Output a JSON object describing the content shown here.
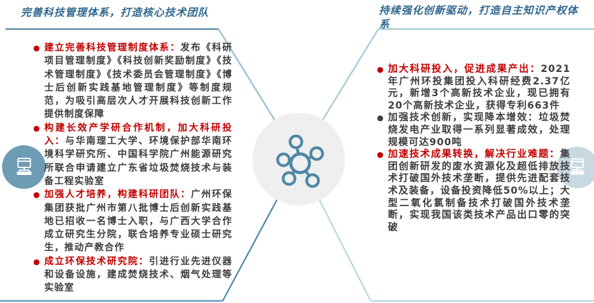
{
  "left_section": {
    "title": "完善科技管理体系，打造核心技术团队",
    "bullets": [
      {
        "lead": "建立完善科技管理制度体系：",
        "text": "发布《科研项目管理制度》《科技创新奖励制度》《技术管理制度》《技术委员会管理制度》《博士后创新实践基地管理制度》等制度规范，为吸引高层次人才开展科技创新工作提供制度保障",
        "lead_style": "red"
      },
      {
        "lead": "构建长效产学研合作机制，加大科研投入：",
        "text": "与华南理工大学、环境保护部华南环境科学研究所、中国科学院广州能源研究所联合申请建立广东省垃圾焚烧技术与装备工程实验室",
        "lead_style": "red"
      },
      {
        "lead": "加强人才培养，构建科研团队：",
        "text": "广州环保集团获批广州市第八批博士后创新实践基地已招收一名博士入职，与广西大学合作成立研究生分院，联合培养专业硕士研究生，推动产教合作",
        "lead_style": "red"
      },
      {
        "lead": "成立环保技术研究院：",
        "text": "引进行业先进仪器和设备设施，建成焚烧技术、烟气处理等实验室",
        "lead_style": "red"
      }
    ]
  },
  "right_section": {
    "title": "持续强化创新驱动，打造自主知识产权体系",
    "bullets": [
      {
        "lead": "加大科研投入，促进成果产出：",
        "text": "2021年广州环投集团投入科研经费2.37亿元，新增3个高新技术企业，现已拥有20个高新技术企业，获得专利663件",
        "lead_style": "red"
      },
      {
        "lead": "加强技术创新，实现降本增效：",
        "text": "垃圾焚烧发电产业取得一系列显著成效，处理规模可达900吨",
        "lead_style": "dark"
      },
      {
        "lead": "加速技术成果转换，解决行业难题：",
        "text": "集团创新研发的废水资源化及超低排放技术打破国外技术垄断，提供先进配套技术及装备，设备投资降低50%以上；大型二氧化氯制备技术打破国外技术垄断，实现我国该类技术产品出口零的突破",
        "lead_style": "red"
      }
    ]
  },
  "center": {
    "icon": "network-molecule-icon"
  },
  "side_icons": {
    "left": "sitemap-computer-icon",
    "right": "sitemap-computer-icon"
  },
  "colors": {
    "title_blue": "#31688f",
    "lead_red": "#c00000",
    "body_text": "#3d3d3d",
    "hub_fill": "#efefef",
    "hub_icon_teal": "#4d87a2",
    "left_node_blue": "#6d9cb4",
    "right_node_blue": "#c9d9e2",
    "frame_left_dark": "#5e8ba3",
    "frame_left_bottom": "#4f8da9",
    "frame_right_light": "#a9cbda",
    "frame_right_bottom": "#b9d8e3"
  }
}
